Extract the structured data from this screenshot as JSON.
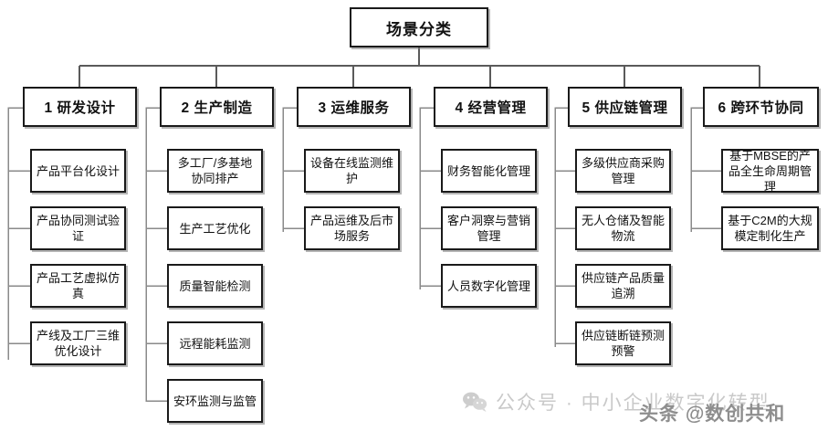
{
  "diagram": {
    "root": {
      "label": "场景分类"
    },
    "columns": [
      {
        "id": "col-1",
        "header": "1 研发设计",
        "children": [
          "产品平台化设计",
          "产品协同测试验证",
          "产品工艺虚拟仿真",
          "产线及工厂三维优化设计"
        ]
      },
      {
        "id": "col-2",
        "header": "2 生产制造",
        "children": [
          "多工厂/多基地协同排产",
          "生产工艺优化",
          "质量智能检测",
          "远程能耗监测",
          "安环监测与监管"
        ]
      },
      {
        "id": "col-3",
        "header": "3 运维服务",
        "children": [
          "设备在线监测维护",
          "产品运维及后市场服务"
        ]
      },
      {
        "id": "col-4",
        "header": "4 经营管理",
        "children": [
          "财务智能化管理",
          "客户洞察与营销管理",
          "人员数字化管理"
        ]
      },
      {
        "id": "col-5",
        "header": "5 供应链管理",
        "children": [
          "多级供应商采购管理",
          "无人仓储及智能物流",
          "供应链产品质量追溯",
          "供应链断链预测预警"
        ]
      },
      {
        "id": "col-6",
        "header": "6 跨环节协同",
        "children": [
          "基于MBSE的产品全生命周期管理",
          "基于C2M的大规模定制化生产"
        ]
      }
    ]
  },
  "watermarks": {
    "wechat": {
      "icon": "wechat-icon",
      "text": "公众号 · 中小企业数字化转型",
      "color": "#c9c9c9"
    },
    "toutiao": {
      "text": "头条 @数创共和",
      "color": "#8e8e8e"
    }
  },
  "style": {
    "line_color": "#5a5a5a",
    "border_color": "#1a1a1a",
    "background": "#ffffff"
  }
}
